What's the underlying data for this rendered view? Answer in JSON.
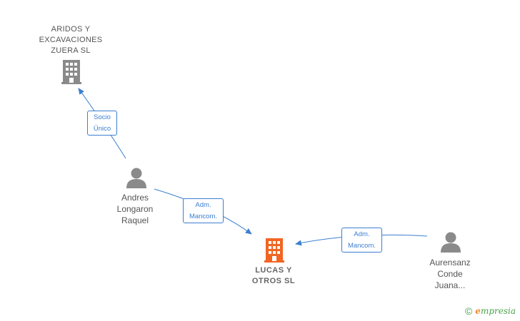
{
  "nodes": {
    "aridos": {
      "label": "ARIDOS Y\nEXCAVACIONES\nZUERA SL",
      "icon": "building-icon"
    },
    "andres": {
      "label": "Andres\nLongaron\nRaquel",
      "icon": "person-icon"
    },
    "lucas": {
      "label": "LUCAS Y\nOTROS SL",
      "icon": "building-icon"
    },
    "aurensanz": {
      "label": "Aurensanz\nConde\nJuana...",
      "icon": "person-icon"
    }
  },
  "edges": {
    "socio": "Socio\nÚnico",
    "adm1": "Adm.\nMancom.",
    "adm2": "Adm.\nMancom."
  },
  "colors": {
    "accent": "#3b7fd0",
    "node_gray": "#8a8a8a",
    "focus": "#f26522"
  },
  "brand": {
    "copyright": "©",
    "e": "e",
    "rest": "mpresia"
  }
}
